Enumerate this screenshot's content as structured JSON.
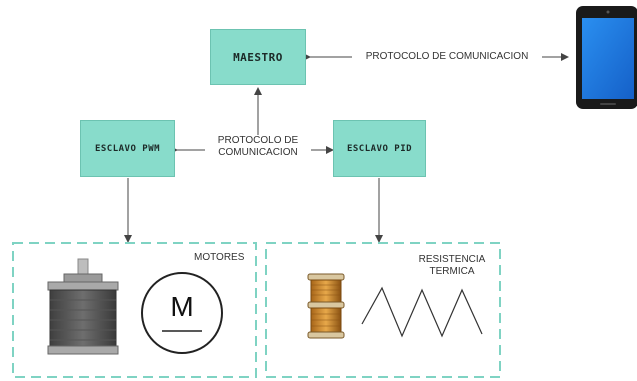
{
  "nodes": {
    "maestro": "MAESTRO",
    "esclavo_pwm": "ESCLAVO PWM",
    "esclavo_pid": "ESCLAVO PID"
  },
  "edges": {
    "top_protocol": "PROTOCOLO DE COMUNICACION",
    "middle_protocol_line1": "PROTOCOLO DE",
    "middle_protocol_line2": "COMUNICACION"
  },
  "groups": {
    "motores": "MOTORES",
    "resistencia_line1": "RESISTENCIA",
    "resistencia_line2": "TERMICA"
  },
  "icons": {
    "motor_symbol": "M"
  },
  "colors": {
    "node_fill": "#88dccb",
    "dashed_border": "#7fd3c3",
    "tablet_body": "#1a1a1a",
    "tablet_screen": "#1e7de2",
    "coil_copper": "#c8862d"
  }
}
